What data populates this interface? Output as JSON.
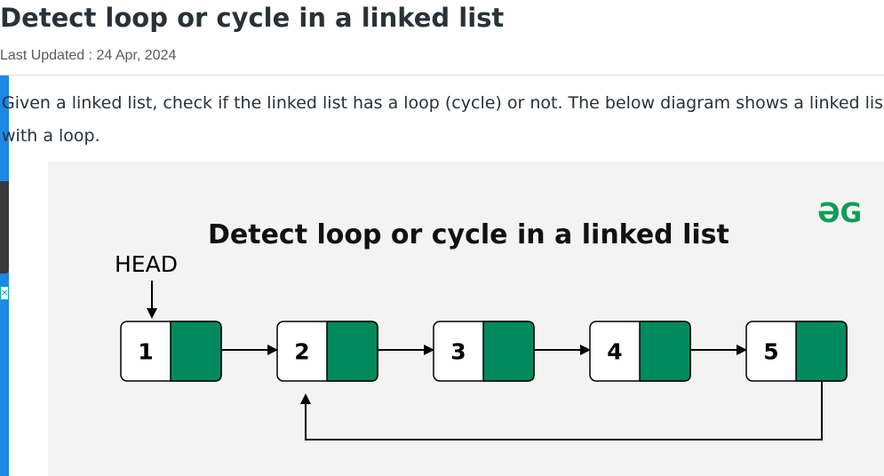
{
  "article": {
    "title": "Detect loop or cycle in a linked list",
    "last_updated": "Last Updated : 24 Apr, 2024",
    "intro": "Given a linked list, check if the linked list has a loop (cycle) or not. The below diagram shows a linked list with a loop."
  },
  "figure": {
    "title": "Detect loop or cycle in a linked list",
    "head_label": "HEAD",
    "logo_text": "ƏG",
    "nodes": [
      "1",
      "2",
      "3",
      "4",
      "5"
    ],
    "colors": {
      "pointer_cell": "#008a5e",
      "background": "#f3f3f3",
      "logo": "#0f9d58"
    }
  },
  "sidebar_ad": {
    "close_icon": "close-icon"
  }
}
